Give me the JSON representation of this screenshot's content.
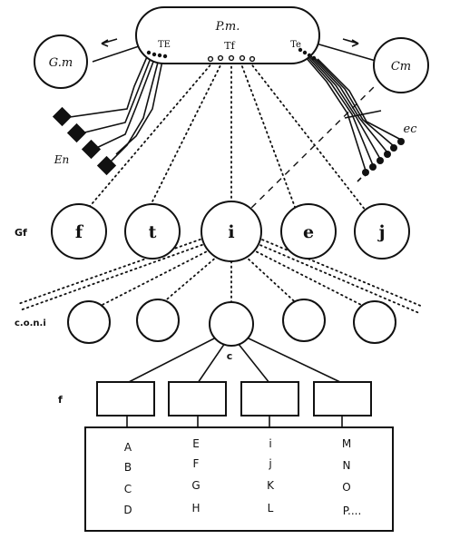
{
  "top_node": {
    "label": "P.m.",
    "port_left": "TE",
    "port_center": "Tf",
    "port_right": "Te"
  },
  "left_node": {
    "label": "G.m"
  },
  "right_node": {
    "label": "Cm"
  },
  "left_group_label": "En",
  "right_group_label": "ec",
  "row1_label": "Gf",
  "row1_nodes": [
    "f",
    "t",
    "i",
    "e",
    "j"
  ],
  "row2_label": "c.o.n.i",
  "center_label": "c",
  "row3_label": "f",
  "table_columns": [
    [
      "A",
      "B",
      "C",
      "D"
    ],
    [
      "E",
      "F",
      "G",
      "H"
    ],
    [
      "i",
      "j",
      "K",
      "L"
    ],
    [
      "M",
      "N",
      "O",
      "P...."
    ]
  ]
}
